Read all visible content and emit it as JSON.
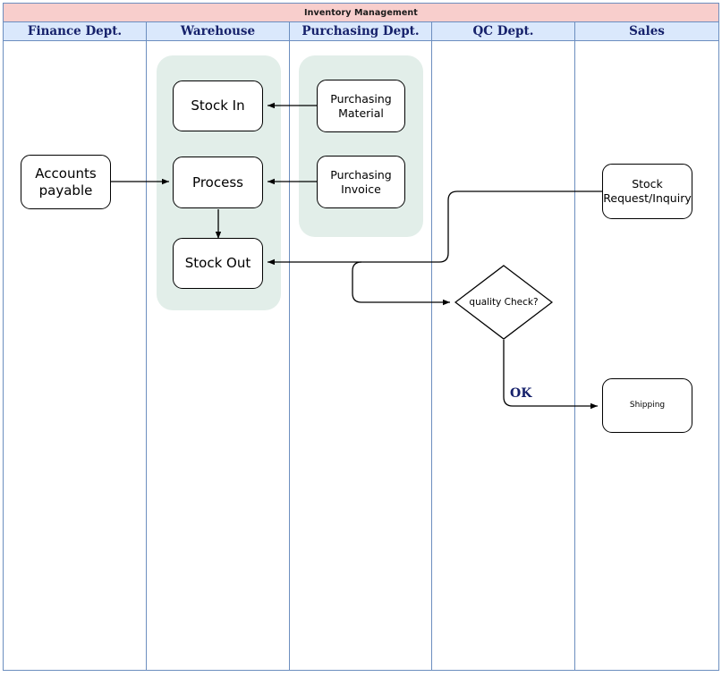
{
  "diagram": {
    "title": "Inventory Management",
    "type": "swimlane-flowchart",
    "colors": {
      "title_band": "#f8cecc",
      "lane_header": "#dae8fc",
      "lane_border": "#6c8ebf",
      "group_fill": "#e2eee9",
      "header_text": "#16216b",
      "node_stroke": "#000000",
      "edge_label": "#16216b"
    },
    "lanes": [
      {
        "id": "finance",
        "label": "Finance Dept."
      },
      {
        "id": "warehouse",
        "label": "Warehouse"
      },
      {
        "id": "purchasing",
        "label": "Purchasing Dept."
      },
      {
        "id": "qc",
        "label": "QC Dept."
      },
      {
        "id": "sales",
        "label": "Sales"
      }
    ],
    "nodes": [
      {
        "id": "accounts_payable",
        "lane": "finance",
        "shape": "rounded-rect",
        "label": "Accounts\npayable"
      },
      {
        "id": "stock_in",
        "lane": "warehouse",
        "shape": "rounded-rect",
        "label": "Stock In"
      },
      {
        "id": "process",
        "lane": "warehouse",
        "shape": "rounded-rect",
        "label": "Process"
      },
      {
        "id": "stock_out",
        "lane": "warehouse",
        "shape": "rounded-rect",
        "label": "Stock Out"
      },
      {
        "id": "purchasing_material",
        "lane": "purchasing",
        "shape": "rounded-rect",
        "label": "Purchasing\nMaterial"
      },
      {
        "id": "purchasing_invoice",
        "lane": "purchasing",
        "shape": "rounded-rect",
        "label": "Purchasing\nInvoice"
      },
      {
        "id": "quality_check",
        "lane": "qc",
        "shape": "diamond",
        "label": "quality Check?"
      },
      {
        "id": "stock_request",
        "lane": "sales",
        "shape": "rounded-rect",
        "label": "Stock\nRequest/Inquiry"
      },
      {
        "id": "shipping",
        "lane": "sales",
        "shape": "rounded-rect",
        "label": "Shipping"
      }
    ],
    "edges": [
      {
        "from": "purchasing_material",
        "to": "stock_in",
        "label": ""
      },
      {
        "from": "accounts_payable",
        "to": "process",
        "label": ""
      },
      {
        "from": "purchasing_invoice",
        "to": "process",
        "label": ""
      },
      {
        "from": "process",
        "to": "stock_out",
        "label": ""
      },
      {
        "from": "stock_request",
        "to": "stock_out",
        "label": ""
      },
      {
        "from": "stock_out",
        "to": "quality_check",
        "label": ""
      },
      {
        "from": "quality_check",
        "to": "shipping",
        "label": "OK"
      }
    ],
    "edge_labels": {
      "ok": "OK"
    }
  }
}
